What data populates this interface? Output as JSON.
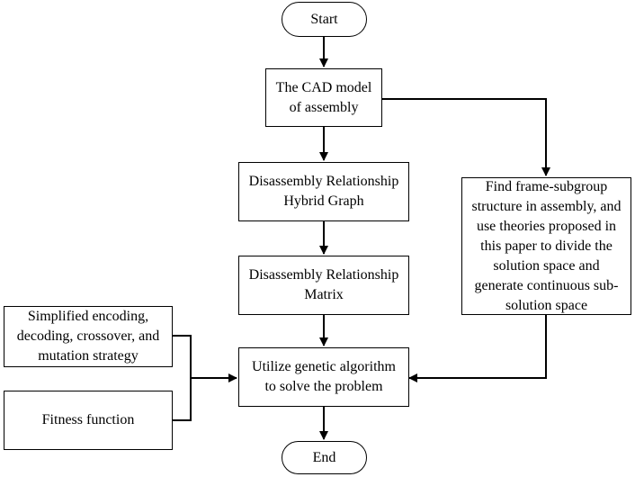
{
  "nodes": {
    "start": "Start",
    "cad_model": "The CAD model\nof assembly",
    "hybrid_graph": "Disassembly Relationship\nHybrid Graph",
    "matrix": "Disassembly Relationship\nMatrix",
    "frame_subgroup": "Find frame-subgroup\nstructure in assembly, and\nuse theories proposed in\nthis paper to divide the\nsolution space and\ngenerate continuous sub-\nsolution space",
    "simplified_strategy": "Simplified encoding,\ndecoding, crossover, and\nmutation strategy",
    "fitness": "Fitness function",
    "genetic_algorithm": "Utilize genetic algorithm\nto solve the problem",
    "end": "End"
  }
}
